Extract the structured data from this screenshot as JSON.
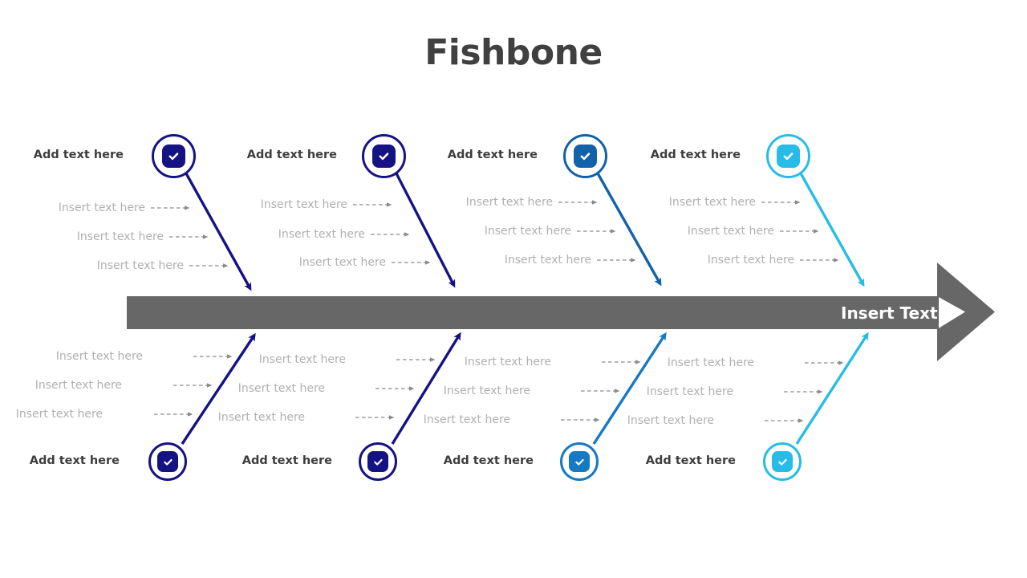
{
  "page": {
    "title": "Fishbone",
    "background_color": "#ffffff",
    "title_color": "#404040"
  },
  "spine": {
    "label": "Insert Text",
    "color": "#676767",
    "label_color": "#ffffff"
  },
  "icon": {
    "name": "check-circle-icon",
    "glyph": "check"
  },
  "colors": {
    "navy": "#151384",
    "blue_dark": "#1162a8",
    "blue_mid": "#1579c4",
    "cyan": "#27bce8",
    "sub_text": "#b0b0b0",
    "dashed_arrow": "#8a8a8a",
    "category_text": "#3d3d3d"
  },
  "branches": [
    {
      "id": "top-1",
      "position": "top",
      "label": "Add text here",
      "color": "#151384",
      "items": [
        {
          "text": "Insert text here"
        },
        {
          "text": "Insert text here"
        },
        {
          "text": "Insert text here"
        }
      ]
    },
    {
      "id": "top-2",
      "position": "top",
      "label": "Add text here",
      "color": "#151384",
      "items": [
        {
          "text": "Insert text here"
        },
        {
          "text": "Insert text here"
        },
        {
          "text": "Insert text here"
        }
      ]
    },
    {
      "id": "top-3",
      "position": "top",
      "label": "Add text here",
      "color": "#1162a8",
      "items": [
        {
          "text": "Insert text here"
        },
        {
          "text": "Insert text here"
        },
        {
          "text": "Insert text here"
        }
      ]
    },
    {
      "id": "top-4",
      "position": "top",
      "label": "Add text here",
      "color": "#27bce8",
      "items": [
        {
          "text": "Insert text here"
        },
        {
          "text": "Insert text here"
        },
        {
          "text": "Insert text here"
        }
      ]
    },
    {
      "id": "bottom-1",
      "position": "bottom",
      "label": "Add text here",
      "color": "#151384",
      "items": [
        {
          "text": "Insert text here"
        },
        {
          "text": "Insert text here"
        },
        {
          "text": "Insert text here"
        }
      ]
    },
    {
      "id": "bottom-2",
      "position": "bottom",
      "label": "Add text here",
      "color": "#151384",
      "items": [
        {
          "text": "Insert text here"
        },
        {
          "text": "Insert text here"
        },
        {
          "text": "Insert text here"
        }
      ]
    },
    {
      "id": "bottom-3",
      "position": "bottom",
      "label": "Add text here",
      "color": "#1579c4",
      "items": [
        {
          "text": "Insert text here"
        },
        {
          "text": "Insert text here"
        },
        {
          "text": "Insert text here"
        }
      ]
    },
    {
      "id": "bottom-4",
      "position": "bottom",
      "label": "Add text here",
      "color": "#27bce8",
      "items": [
        {
          "text": "Insert text here"
        },
        {
          "text": "Insert text here"
        },
        {
          "text": "Insert text here"
        }
      ]
    }
  ]
}
